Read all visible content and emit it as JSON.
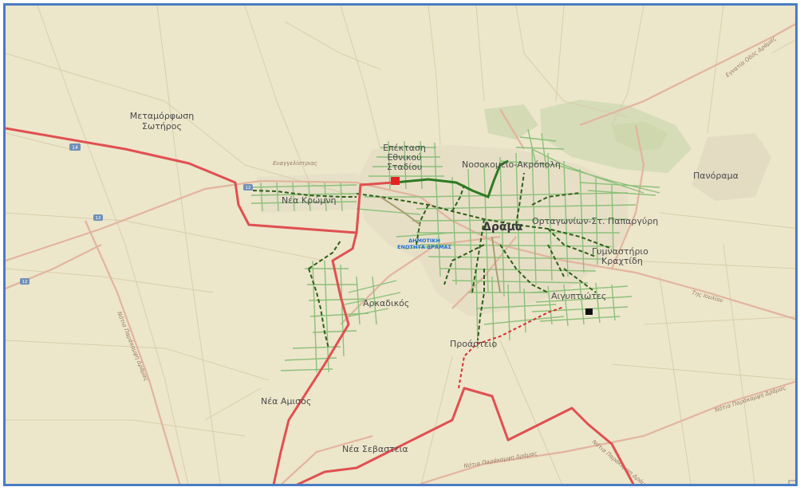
{
  "map": {
    "colors": {
      "background": "#ece6cb",
      "frame_border": "#4a7cc4",
      "boundary": "#e05050",
      "network": "#8cc07a",
      "dashed_route": "#2f5f1a",
      "main_route": "#2e7a22",
      "red_dashed": "#d43030",
      "major_road": "#e3b7a0",
      "minor_road": "#d8d0b0",
      "urban": "#e4dec6",
      "forest": "#d4dcb8"
    },
    "places": {
      "metamorfosi_line1": "Μεταμόρφωση",
      "metamorfosi_line2": "Σωτήρος",
      "epektasi_line1": "Επέκταση",
      "epektasi_line2": "Εθνικού",
      "epektasi_line3": "Σταδίου",
      "nosokomeio": "Νοσοκομείο-Ακρόπολη",
      "panorama": "Πανόραμα",
      "nea_kromni": "Νέα Κρώμνη",
      "drama": "Δράμα",
      "ortagonion": "Ορταγωνίων-Στ. Παπαργύρη",
      "gymnastirio_line1": "Γυμναστήριο",
      "gymnastirio_line2": "Κραχτίδη",
      "arkadikos": "Αρκαδικός",
      "aigyptiotes": "Αιγυπτιώτες",
      "prasteio": "Προάστειο",
      "nea_amisos": "Νέα Αμισος",
      "nea_sevasteia": "Νέα Σεβαστεια",
      "dimotiki_line1": "ΔΗΜΟΤΙΚΗ",
      "dimotiki_line2": "ΕΝΟΤΗΤΑ ΔΡΑΜΑΣ"
    },
    "road_labels": {
      "egnatia": "Εγνατία Οδός Δράμας",
      "notia_1": "Νότια Παράκαμψη Δράμας",
      "notia_2": "Νότια Παράκαμψη Δράμας",
      "notia_3": "Νότια Παράκαμψη Δράμας",
      "notia_4": "Νότια Παράκαμψη Δράμας",
      "ioulio": "Της Ιουλίου",
      "evangelistrias": "Ευαγγελίστριας"
    },
    "shields": {
      "s1": "14",
      "s2": "12",
      "s3": "12",
      "s4": "12"
    }
  }
}
